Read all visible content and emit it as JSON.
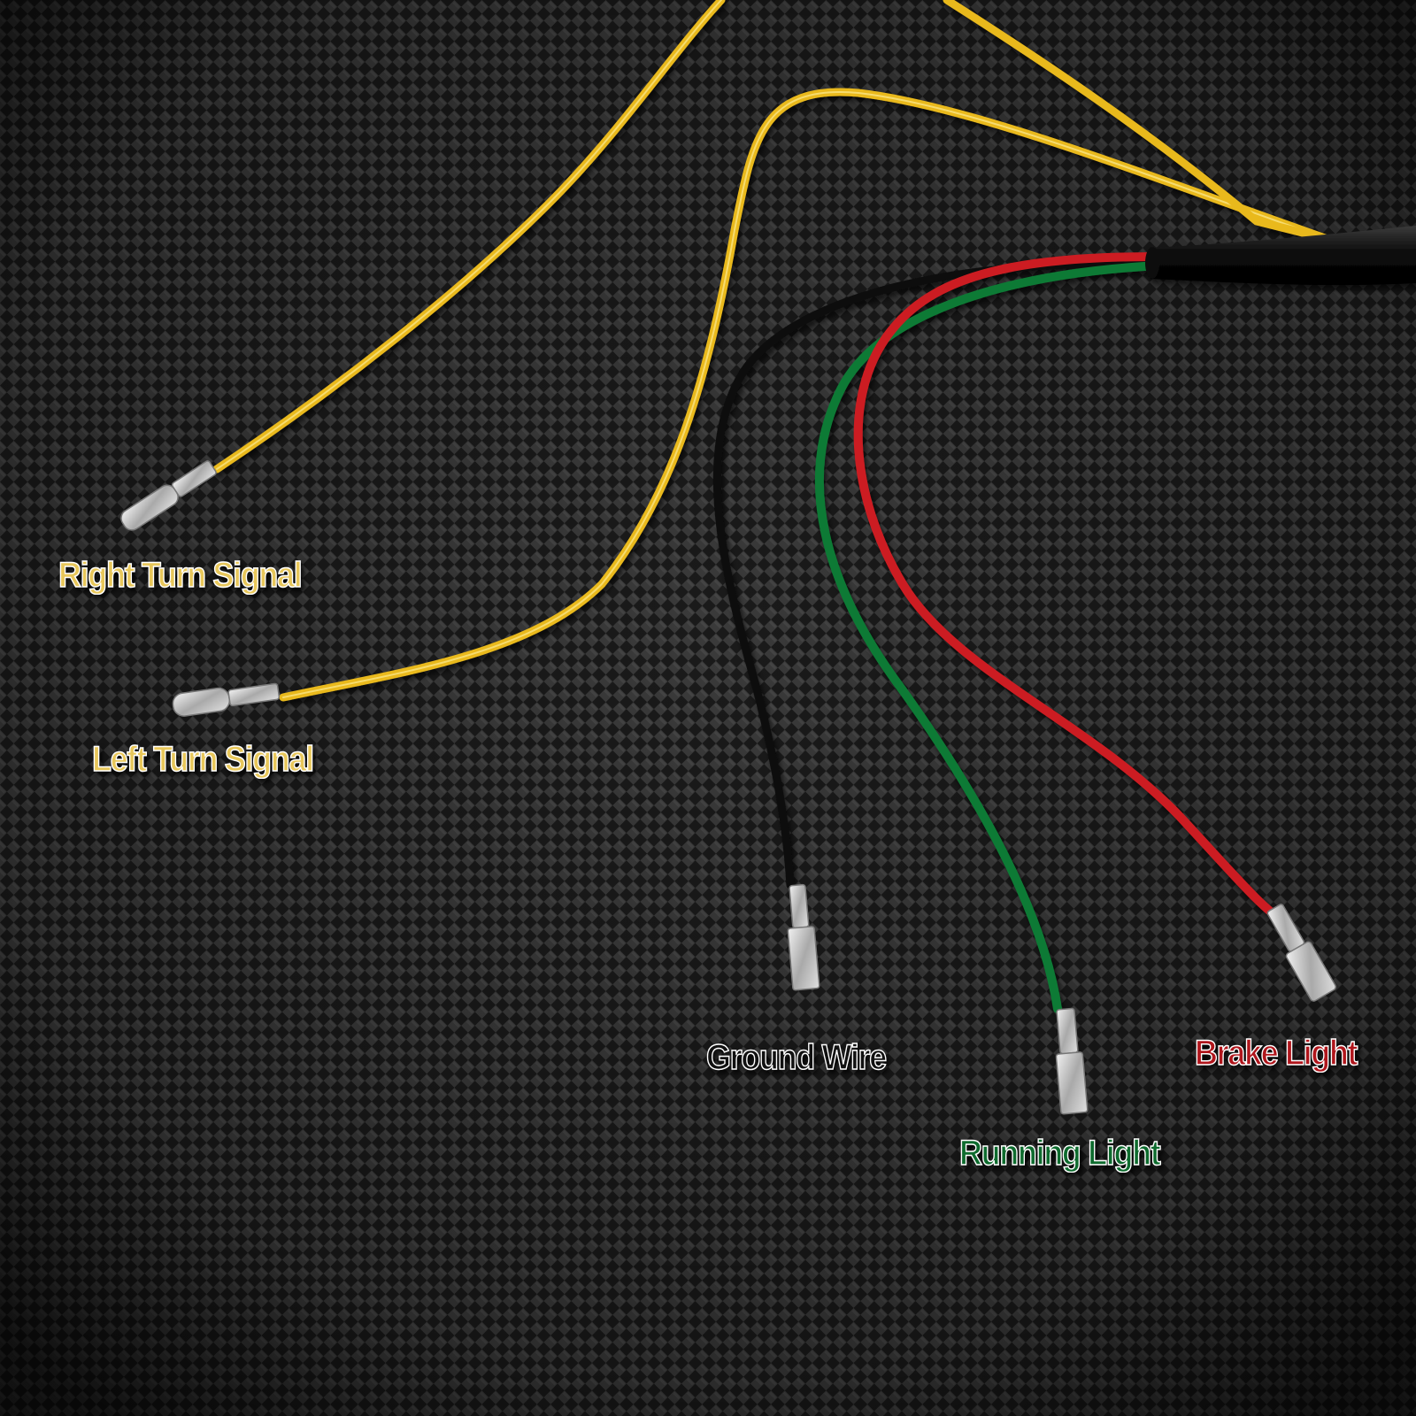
{
  "labels": {
    "right_turn_signal": {
      "text": "Right Turn Signal",
      "color": "#e8c75a",
      "outline": "#ffffff"
    },
    "left_turn_signal": {
      "text": "Left Turn Signal",
      "color": "#e8c75a",
      "outline": "#ffffff"
    },
    "ground_wire": {
      "text": "Ground Wire",
      "color": "#111111",
      "outline": "#ffffff"
    },
    "running_light": {
      "text": "Running Light",
      "color": "#0e6b2e",
      "outline": "#ffffff"
    },
    "brake_light": {
      "text": "Brake Light",
      "color": "#b0161c",
      "outline": "#ffffff"
    }
  },
  "wire_colors": {
    "yellow": "#e9b91c",
    "black": "#0d0d0d",
    "green": "#0f7a35",
    "red": "#cc1f22",
    "sheath": "#111111"
  },
  "background": "carbon-fiber"
}
